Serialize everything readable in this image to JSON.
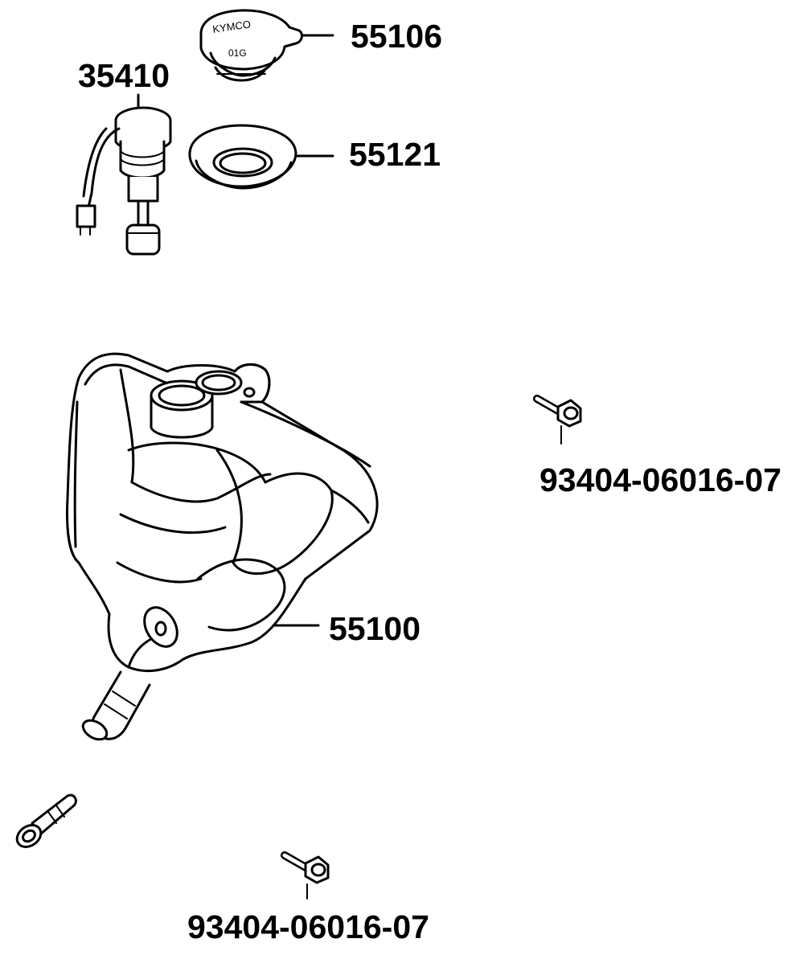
{
  "labels": {
    "cap": "55106",
    "sender": "35410",
    "gasket": "55121",
    "tank": "55100",
    "bolt_right": "93404-06016-07",
    "bolt_bottom": "93404-06016-07"
  },
  "cap_text": {
    "brand": "KYMCO",
    "code": "01G"
  },
  "colors": {
    "ink": "#000000",
    "paper": "#ffffff"
  }
}
